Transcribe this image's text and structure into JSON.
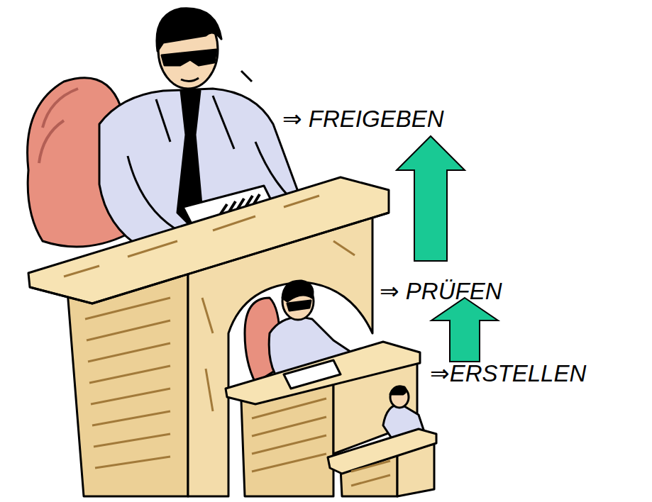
{
  "diagram": {
    "labels": [
      "⇒ FREIGEBEN",
      "⇒ PRÜFEN",
      "⇒ERSTELLEN"
    ]
  }
}
